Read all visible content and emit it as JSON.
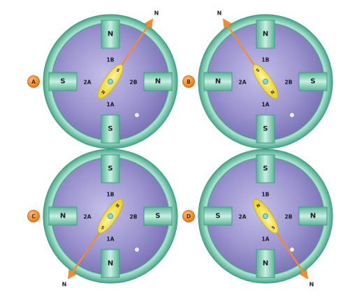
{
  "colors": {
    "ring": "#7ccdb5",
    "ring_dark": "#3f9e85",
    "interior": "#8e86c4",
    "interior_light": "#b7b2e0",
    "pole": "#8fd8c0",
    "pole_dark": "#4ea88e",
    "rotor": "#f2e15a",
    "rotor_edge": "#c8b22b",
    "needle": "#f7892e",
    "badge": "#f08a1c",
    "badge_edge": "#c85f0a"
  },
  "panels": [
    {
      "step": "A",
      "rotor_angle_deg": 34,
      "poles": {
        "top": "N",
        "bottom": "S",
        "left": "S",
        "right": "N"
      },
      "winding_labels": {
        "top": "1B",
        "bottom": "1A",
        "left": "2A",
        "right": "2B"
      },
      "rotor_poles": {
        "head": "S",
        "tail": "N"
      },
      "needle_label": "N",
      "needle_direction": "up-right"
    },
    {
      "step": "B",
      "rotor_angle_deg": -34,
      "poles": {
        "top": "N",
        "bottom": "S",
        "left": "N",
        "right": "S"
      },
      "winding_labels": {
        "top": "1B",
        "bottom": "1A",
        "left": "2A",
        "right": "2B"
      },
      "rotor_poles": {
        "head": "S",
        "tail": "N"
      },
      "needle_label": "N",
      "needle_direction": "up-left"
    },
    {
      "step": "C",
      "rotor_angle_deg": 34,
      "poles": {
        "top": "S",
        "bottom": "N",
        "left": "N",
        "right": "S"
      },
      "winding_labels": {
        "top": "1B",
        "bottom": "1A",
        "left": "2A",
        "right": "2B"
      },
      "rotor_poles": {
        "head": "N",
        "tail": "S"
      },
      "needle_label": "N",
      "needle_direction": "down-left"
    },
    {
      "step": "D",
      "rotor_angle_deg": -34,
      "poles": {
        "top": "S",
        "bottom": "N",
        "left": "S",
        "right": "N"
      },
      "winding_labels": {
        "top": "1B",
        "bottom": "1A",
        "left": "2A",
        "right": "2B"
      },
      "rotor_poles": {
        "head": "N",
        "tail": "S"
      },
      "needle_label": "N",
      "needle_direction": "down-right"
    }
  ]
}
